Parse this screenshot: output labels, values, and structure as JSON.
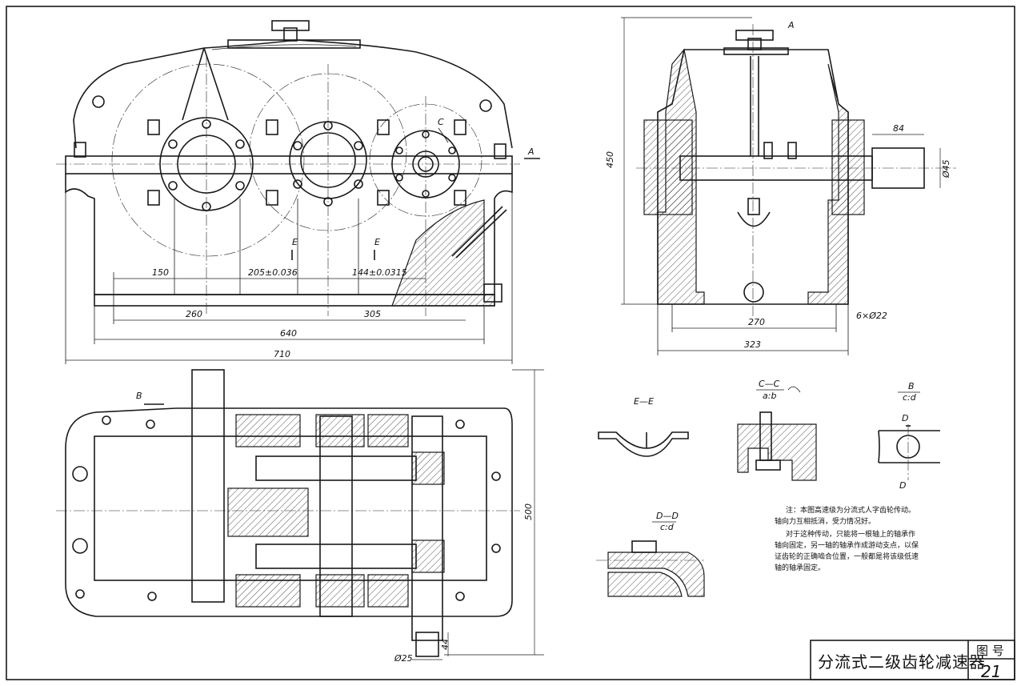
{
  "title_block": {
    "title": "分流式二级齿轮减速器",
    "label": "图 号",
    "number": "21"
  },
  "front_view": {
    "dims": {
      "d150": "150",
      "d205": "205±0.036",
      "d144": "144±0.0315",
      "d260": "260",
      "d305": "305",
      "d640": "640",
      "d710": "710"
    },
    "labels": {
      "a": "A",
      "c": "C",
      "e1": "E",
      "e2": "E"
    }
  },
  "side_view": {
    "dims": {
      "d450": "450",
      "d84": "84",
      "d45": "Ø45",
      "d270": "270",
      "d323": "323",
      "holes": "6×Ø22"
    },
    "labels": {
      "a": "A"
    }
  },
  "top_view": {
    "dims": {
      "d500": "500",
      "d44": "44",
      "d25": "Ø25"
    },
    "labels": {
      "b": "B"
    }
  },
  "details": {
    "ee": "E—E",
    "cc": "C—C",
    "cc_scale": "a:b",
    "b": "B",
    "b_scale": "c:d",
    "d_top": "D",
    "d_bot": "D",
    "dd": "D—D",
    "dd_scale": "c:d"
  },
  "notes": [
    "注：本图高速级为分流式人字齿轮传动。",
    "轴向力互相抵消，受力情况好。",
    "对于这种传动，只能将一根轴上的轴承作",
    "轴向固定，另一轴的轴承作成游动支点，以保",
    "证齿轮的正确啮合位置，一般都是将该级低速",
    "轴的轴承固定。"
  ]
}
